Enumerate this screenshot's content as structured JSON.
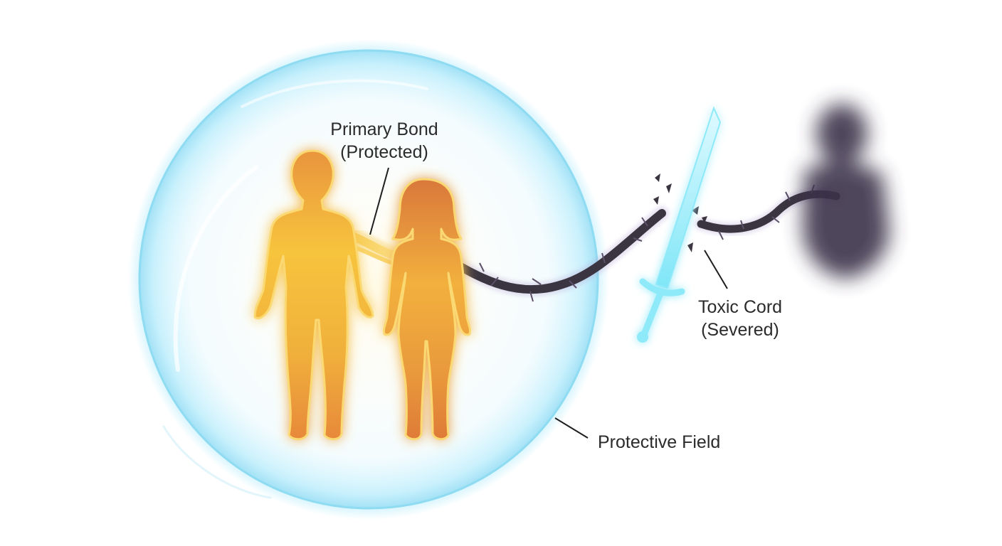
{
  "labels": {
    "primary_bond": {
      "line1": "Primary Bond",
      "line2": "(Protected)"
    },
    "toxic_cord": {
      "line1": "Toxic Cord",
      "line2": "(Severed)"
    },
    "protective_field": "Protective Field"
  },
  "colors": {
    "bubble_edge": "#7fd6f0",
    "bubble_glow": "#b9ecfb",
    "figure_gold": "#f4b73a",
    "figure_orange": "#e8863a",
    "bond_gold": "#f7c94c",
    "cord_dark": "#3b3541",
    "cord_purple": "#7a6a9a",
    "sword_cyan": "#7fe6f7",
    "shadow_figure": "#3a3048",
    "leader_line": "#1f1f1f",
    "label_text": "#2b2b2b"
  },
  "icons": [
    "man-silhouette-icon",
    "woman-silhouette-icon",
    "sword-icon",
    "shadow-figure-icon"
  ]
}
